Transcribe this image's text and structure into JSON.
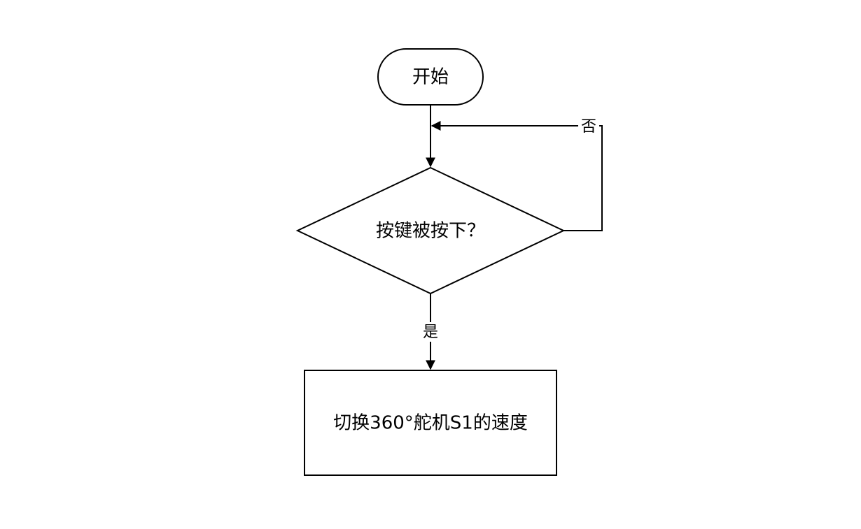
{
  "nodes": {
    "start": {
      "label": "开始",
      "shape": "terminator"
    },
    "decision": {
      "label": "按键被按下？",
      "shape": "decision"
    },
    "process": {
      "label": "切换360°舵机S1的速度",
      "shape": "process"
    }
  },
  "edges": {
    "no": {
      "label": "否",
      "from": "decision",
      "to": "decision-entry"
    },
    "yes": {
      "label": "是",
      "from": "decision",
      "to": "process"
    }
  },
  "colors": {
    "stroke": "#000000",
    "fill": "#ffffff",
    "background": "#ffffff"
  }
}
